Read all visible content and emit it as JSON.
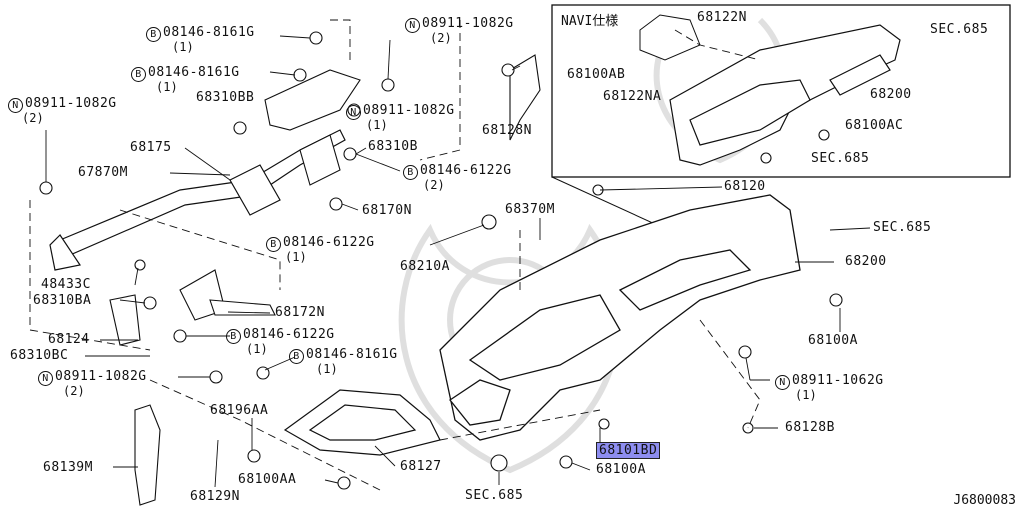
{
  "diagram": {
    "reference_code": "J6800083",
    "inset": {
      "title": "NAVI仕様",
      "labels": [
        "68122N",
        "SEC.685",
        "68100AB",
        "68122NA",
        "68200",
        "68100AC",
        "SEC.685"
      ]
    },
    "labels": [
      {
        "id": "l1",
        "prefix": "B",
        "text": "08146-8161G",
        "qty": "(1)"
      },
      {
        "id": "l2",
        "prefix": "B",
        "text": "08146-8161G",
        "qty": "(1)"
      },
      {
        "id": "l3",
        "prefix": "N",
        "text": "08911-1082G",
        "qty": "(2)"
      },
      {
        "id": "l4",
        "prefix": "N",
        "text": "08911-1082G",
        "qty": "(2)"
      },
      {
        "id": "l5",
        "prefix": "",
        "text": "68310BB",
        "qty": ""
      },
      {
        "id": "l6",
        "prefix": "N",
        "text": "08911-1082G",
        "qty": "(1)"
      },
      {
        "id": "l7",
        "prefix": "",
        "text": "68128N",
        "qty": ""
      },
      {
        "id": "l8",
        "prefix": "",
        "text": "68175",
        "qty": ""
      },
      {
        "id": "l9",
        "prefix": "",
        "text": "68310B",
        "qty": ""
      },
      {
        "id": "l10",
        "prefix": "",
        "text": "67870M",
        "qty": ""
      },
      {
        "id": "l11",
        "prefix": "B",
        "text": "08146-6122G",
        "qty": "(2)"
      },
      {
        "id": "l12",
        "prefix": "",
        "text": "68170N",
        "qty": ""
      },
      {
        "id": "l13",
        "prefix": "",
        "text": "68120",
        "qty": ""
      },
      {
        "id": "l14",
        "prefix": "",
        "text": "68370M",
        "qty": ""
      },
      {
        "id": "l15",
        "prefix": "",
        "text": "SEC.685",
        "qty": ""
      },
      {
        "id": "l16",
        "prefix": "B",
        "text": "08146-6122G",
        "qty": "(1)"
      },
      {
        "id": "l17",
        "prefix": "",
        "text": "68210A",
        "qty": ""
      },
      {
        "id": "l18",
        "prefix": "",
        "text": "68200",
        "qty": ""
      },
      {
        "id": "l19",
        "prefix": "",
        "text": "48433C",
        "qty": ""
      },
      {
        "id": "l20",
        "prefix": "",
        "text": "68310BA",
        "qty": ""
      },
      {
        "id": "l21",
        "prefix": "",
        "text": "68172N",
        "qty": ""
      },
      {
        "id": "l22",
        "prefix": "",
        "text": "68124",
        "qty": ""
      },
      {
        "id": "l23",
        "prefix": "B",
        "text": "08146-6122G",
        "qty": "(1)"
      },
      {
        "id": "l24",
        "prefix": "",
        "text": "68100A",
        "qty": ""
      },
      {
        "id": "l25",
        "prefix": "",
        "text": "68310BC",
        "qty": ""
      },
      {
        "id": "l26",
        "prefix": "B",
        "text": "08146-8161G",
        "qty": "(1)"
      },
      {
        "id": "l27",
        "prefix": "N",
        "text": "08911-1082G",
        "qty": "(2)"
      },
      {
        "id": "l28",
        "prefix": "N",
        "text": "08911-1062G",
        "qty": "(1)"
      },
      {
        "id": "l29",
        "prefix": "",
        "text": "68196AA",
        "qty": ""
      },
      {
        "id": "l30",
        "prefix": "",
        "text": "68128B",
        "qty": ""
      },
      {
        "id": "l31",
        "prefix": "",
        "text": "68139M",
        "qty": ""
      },
      {
        "id": "l32",
        "prefix": "",
        "text": "68127",
        "qty": ""
      },
      {
        "id": "l33",
        "prefix": "",
        "text": "68101BD",
        "qty": "",
        "highlight": true
      },
      {
        "id": "l34",
        "prefix": "",
        "text": "68100AA",
        "qty": ""
      },
      {
        "id": "l35",
        "prefix": "",
        "text": "68100A",
        "qty": ""
      },
      {
        "id": "l36",
        "prefix": "",
        "text": "68129N",
        "qty": ""
      },
      {
        "id": "l37",
        "prefix": "",
        "text": "SEC.685",
        "qty": ""
      }
    ]
  }
}
